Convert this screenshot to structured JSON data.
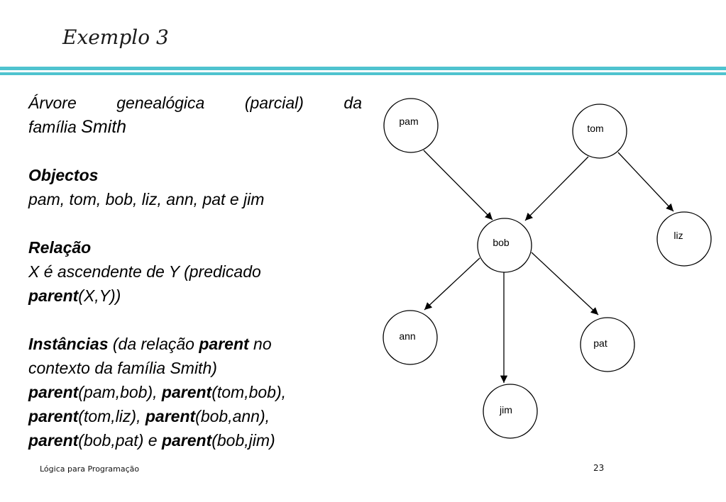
{
  "title": "Exemplo 3",
  "left": {
    "intro_line1": "Árvore genealógica (parcial) da",
    "intro_line2_pre": "família ",
    "intro_line2_name": "Smith",
    "objects_heading": "Objectos",
    "objects_list": "pam, tom, bob, liz, ann, pat e jim",
    "relation_heading": "Relação",
    "relation_text": "X é ascendente de Y (predicado",
    "relation_pred": "parent",
    "relation_args": "(X,Y))",
    "inst_heading": "Instâncias",
    "inst_mid": " (da relação ",
    "inst_pred": "parent",
    "inst_end": " no",
    "inst_line2": "contexto da família Smith)",
    "facts": [
      {
        "pred": "parent",
        "args": "(pam,bob), "
      },
      {
        "pred": "parent",
        "args": "(tom,bob),"
      },
      {
        "pred": "parent",
        "args": "(tom,liz), "
      },
      {
        "pred": "parent",
        "args": "(bob,ann),"
      },
      {
        "pred": "parent",
        "args": "(bob,pat) e "
      },
      {
        "pred": "parent",
        "args": "(bob,jim)"
      }
    ]
  },
  "tree": {
    "nodes": {
      "pam": "pam",
      "tom": "tom",
      "bob": "bob",
      "liz": "liz",
      "ann": "ann",
      "pat": "pat",
      "jim": "jim"
    }
  },
  "footer": {
    "course": "Lógica para Programação",
    "page": "23"
  },
  "colors": {
    "accent_rule": "#4fc3cf"
  }
}
